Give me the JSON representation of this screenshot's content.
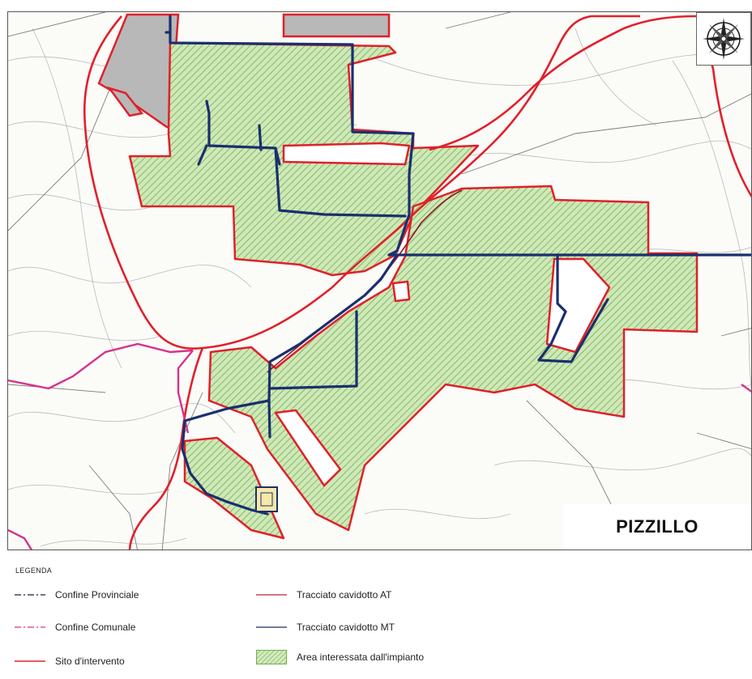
{
  "map": {
    "place_name": "PIZZILLO",
    "compass_icon": "compass-rose-icon"
  },
  "legend": {
    "title": "LEGENDA",
    "items": [
      {
        "label": "Confine Provinciale",
        "symbol": "dash-dot-line",
        "color": "#1b1b3a"
      },
      {
        "label": "Confine Comunale",
        "symbol": "dash-dot-line",
        "color": "#d6338a"
      },
      {
        "label": "Sito d'intervento",
        "symbol": "solid-line",
        "color": "#e0202a"
      },
      {
        "label": "Tracciato cavidotto AT",
        "symbol": "solid-line",
        "color": "#c0203a"
      },
      {
        "label": "Tracciato cavidotto MT",
        "symbol": "solid-line",
        "color": "#1d2a6b"
      },
      {
        "label": "Area interessata dall'impianto",
        "symbol": "hatched-box",
        "color": "#8fc46a"
      }
    ]
  },
  "colors": {
    "site_boundary": "#e0202a",
    "cable_mt": "#1b2f6e",
    "municipal_boundary": "#d6338a",
    "area_fill": "#c7e3b0",
    "hatch": "#6fae4a",
    "excluded_area": "#b8b8b8"
  }
}
